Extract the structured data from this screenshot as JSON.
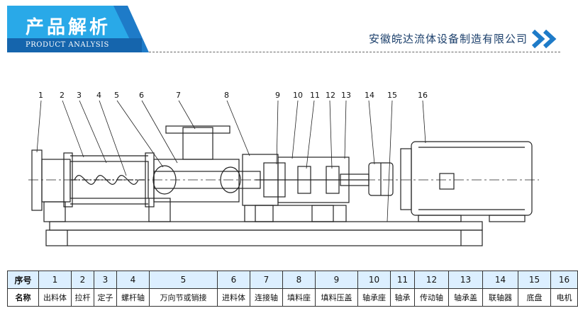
{
  "header": {
    "title": "产品解析",
    "subtitle": "PRODUCT ANALYSIS",
    "company": "安徽皖达流体设备制造有限公司",
    "accent": "#1e7bc8",
    "accent_light": "#29a9e8"
  },
  "drawing": {
    "callouts": [
      "1",
      "2",
      "3",
      "4",
      "5",
      "6",
      "7",
      "8",
      "9",
      "10",
      "11",
      "12",
      "13",
      "14",
      "15",
      "16"
    ]
  },
  "parts_table": {
    "row_headers": [
      "序号",
      "名称"
    ],
    "numbers": [
      "1",
      "2",
      "3",
      "4",
      "5",
      "6",
      "7",
      "8",
      "9",
      "10",
      "11",
      "12",
      "13",
      "14",
      "15",
      "16"
    ],
    "names": [
      "出料体",
      "拉杆",
      "定子",
      "螺杆轴",
      "万向节或销接",
      "进料体",
      "连接轴",
      "填料座",
      "填料压盖",
      "轴承座",
      "轴承",
      "传动轴",
      "轴承盖",
      "联轴器",
      "底盘",
      "电机"
    ]
  }
}
